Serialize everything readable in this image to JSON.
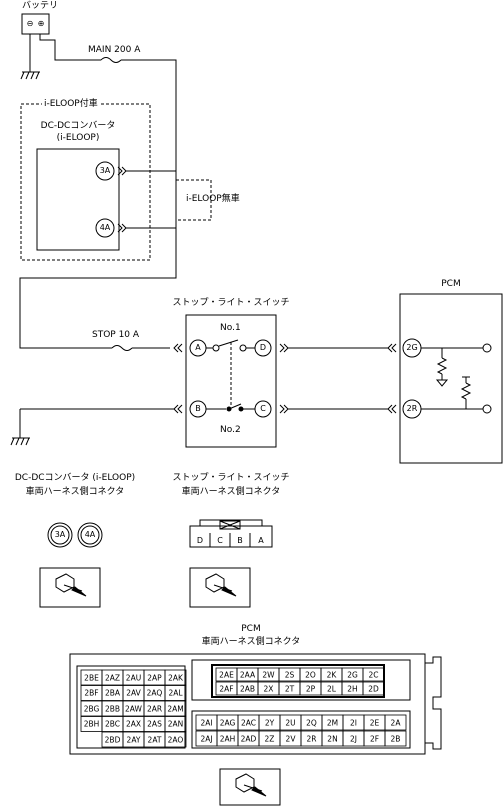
{
  "battery": {
    "label": "バッテリ",
    "minus": "⊖",
    "plus": "⊕"
  },
  "main_fuse": "MAIN 200 A",
  "eloop_box": {
    "label": "i-ELOOP付車",
    "converter_line1": "DC-DCコンバータ",
    "converter_line2": "(i-ELOOP)",
    "terminals": [
      "3A",
      "4A"
    ]
  },
  "no_eloop_label": "i-ELOOP無車",
  "stop_fuse": "STOP 10 A",
  "stop_switch": {
    "title": "ストップ・ライト・スイッチ",
    "switch1": "No.1",
    "switch2": "No.2",
    "terminals": [
      "A",
      "D",
      "B",
      "C"
    ]
  },
  "pcm": {
    "title": "PCM",
    "terminals": [
      "2G",
      "2R"
    ]
  },
  "connector_views": {
    "dcdc_line1": "DC-DCコンバータ (i-ELOOP)",
    "dcdc_line2": "車両ハーネス側コネクタ",
    "dcdc_pins": [
      "3A",
      "4A"
    ],
    "switch_line1": "ストップ・ライト・スイッチ",
    "switch_line2": "車両ハーネス側コネクタ",
    "switch_pins": [
      "D",
      "C",
      "B",
      "A"
    ],
    "pcm_line1": "PCM",
    "pcm_line2": "車両ハーネス側コネクタ"
  },
  "pcm_connector_left": [
    [
      "2BE",
      "2AZ",
      "2AU",
      "2AP",
      "2AK"
    ],
    [
      "2BF",
      "2BA",
      "2AV",
      "2AQ",
      "2AL"
    ],
    [
      "2BG",
      "2BB",
      "2AW",
      "2AR",
      "2AM"
    ],
    [
      "2BH",
      "2BC",
      "2AX",
      "2AS",
      "2AN"
    ],
    [
      "",
      "2BD",
      "2AY",
      "2AT",
      "2AO"
    ]
  ],
  "pcm_connector_right": [
    [
      "2AE",
      "2AA",
      "2W",
      "2S",
      "2O",
      "2K",
      "2G",
      "2C"
    ],
    [
      "2AF",
      "2AB",
      "2X",
      "2T",
      "2P",
      "2L",
      "2H",
      "2D"
    ],
    [
      "2AI",
      "2AG",
      "2AC",
      "2Y",
      "2U",
      "2Q",
      "2M",
      "2I",
      "2E",
      "2A"
    ],
    [
      "2AJ",
      "2AH",
      "2AD",
      "2Z",
      "2V",
      "2R",
      "2N",
      "2J",
      "2F",
      "2B"
    ]
  ]
}
